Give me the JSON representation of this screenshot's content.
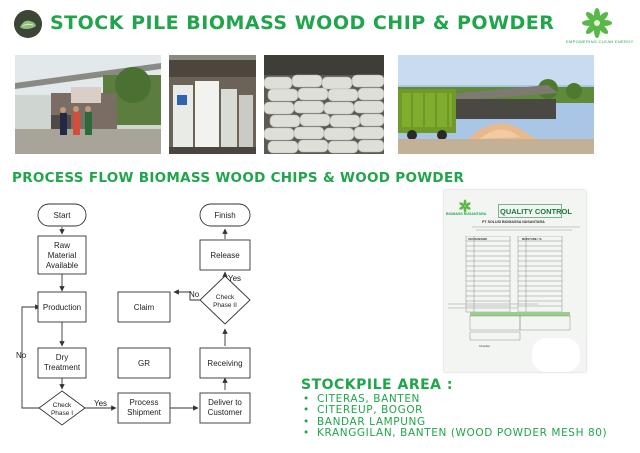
{
  "header": {
    "title": "STOCK PILE BIOMASS WOOD CHIP & POWDER",
    "brand_tagline": "EMPOWERING CLEAN ENERGY"
  },
  "photos": [
    {
      "name": "wood-chipper-machine-photo"
    },
    {
      "name": "bagged-powder-warehouse-photo"
    },
    {
      "name": "stacked-sacks-photo"
    },
    {
      "name": "wood-chip-pile-truck-photo"
    }
  ],
  "process": {
    "title": "PROCESS FLOW BIOMASS WOOD CHIPS & WOOD POWDER",
    "nodes": {
      "start": "Start",
      "raw_material_1": "Raw",
      "raw_material_2": "Material",
      "raw_material_3": "Available",
      "production": "Production",
      "dry_treatment_1": "Dry",
      "dry_treatment_2": "Treatment",
      "check_phase1_1": "Check",
      "check_phase1_2": "Phase I",
      "process_shipment_1": "Process",
      "process_shipment_2": "Shipment",
      "deliver_1": "Deliver to",
      "deliver_2": "Customer",
      "receiving": "Receiving",
      "gr": "GR",
      "claim": "Claim",
      "check_phase2_1": "Check",
      "check_phase2_2": "Phase II",
      "release": "Release",
      "finish": "Finish"
    },
    "edges": {
      "no_left": "No",
      "yes_bottom": "Yes",
      "no_right": "No",
      "yes_right": "Yes"
    }
  },
  "quality_control": {
    "title": "QUALITY CONTROL",
    "brand": "BIOMASS NUSANTARA",
    "company": "PT SOLUSI BIOMASSA NUSANTARA",
    "col_left": "UKURAN/SIZE",
    "col_right": "MOISTURE / %",
    "cell_note_left": "Nama lengkap",
    "cell_note_right": "Nama lengkap",
    "checker": "Checker"
  },
  "stockpile": {
    "title": "STOCKPILE AREA :",
    "items": [
      "CITERAS, BANTEN",
      "CITEREUP, BOGOR",
      "BANDAR LAMPUNG",
      "KRANGGILAN, BANTEN (WOOD POWDER MESH 80)"
    ]
  },
  "colors": {
    "brand_green": "#1fa64a",
    "flow_stroke": "#333333"
  }
}
